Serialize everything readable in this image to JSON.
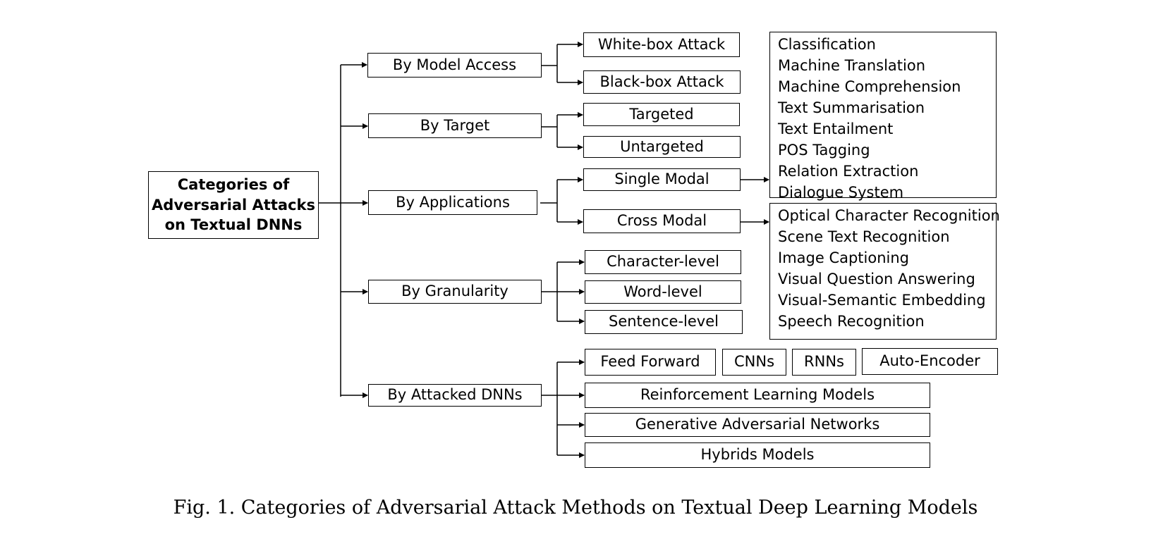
{
  "root": {
    "line1": "Categories of",
    "line2": "Adversarial Attacks",
    "line3": "on Textual DNNs"
  },
  "categories": {
    "model_access": {
      "label": "By Model Access",
      "children": [
        "White-box Attack",
        "Black-box Attack"
      ]
    },
    "target": {
      "label": "By Target",
      "children": [
        "Targeted",
        "Untargeted"
      ]
    },
    "applications": {
      "label": "By Applications",
      "children": [
        "Single Modal",
        "Cross Modal"
      ],
      "single_modal_tasks": [
        "Classification",
        "Machine Translation",
        "Machine Comprehension",
        "Text Summarisation",
        "Text Entailment",
        "POS Tagging",
        "Relation Extraction",
        "Dialogue System"
      ],
      "cross_modal_tasks": [
        "Optical Character Recognition",
        "Scene Text Recognition",
        "Image Captioning",
        "Visual Question Answering",
        "Visual-Semantic Embedding",
        "Speech Recognition"
      ]
    },
    "granularity": {
      "label": "By Granularity",
      "children": [
        "Character-level",
        "Word-level",
        "Sentence-level"
      ]
    },
    "attacked_dnns": {
      "label": "By Attacked DNNs",
      "row1": [
        "Feed Forward",
        "CNNs",
        "RNNs",
        "Auto-Encoder"
      ],
      "children": [
        "Reinforcement Learning Models",
        "Generative Adversarial Networks",
        "Hybrids Models"
      ]
    }
  },
  "caption": "Fig. 1.  Categories of Adversarial Attack Methods on Textual Deep Learning Models"
}
